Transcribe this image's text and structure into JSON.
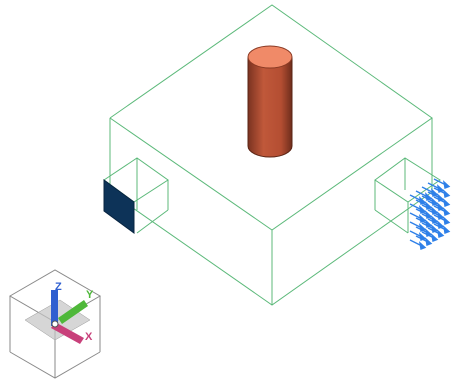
{
  "viewport": {
    "background": "#ffffff",
    "wireframe_color": "#5cb97a",
    "cylinder_color": "#c0583a",
    "cylinder_top_color": "#f08a68",
    "inlet_color": "#0d3358",
    "arrow_color": "#2f80e8"
  },
  "view_cube": {
    "axes": [
      {
        "name": "Z",
        "color": "#2f5fd0"
      },
      {
        "name": "Y",
        "color": "#4fb83a"
      },
      {
        "name": "X",
        "color": "#c8407a"
      }
    ]
  }
}
